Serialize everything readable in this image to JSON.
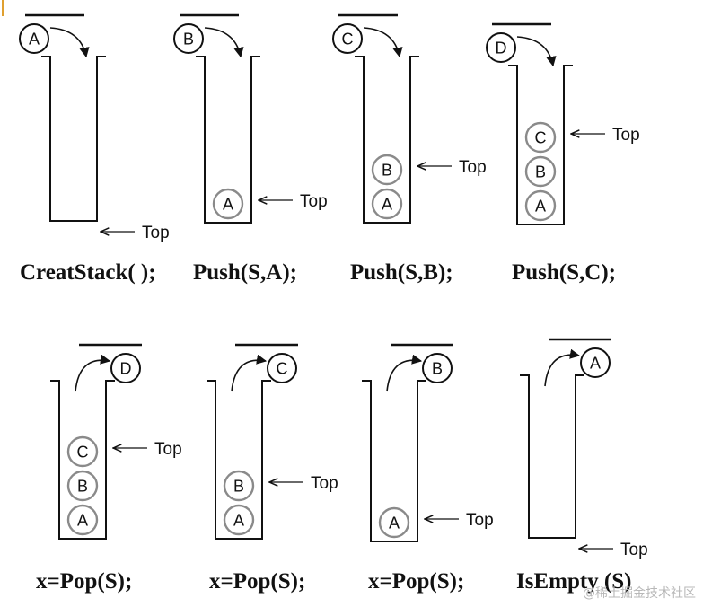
{
  "colors": {
    "line": "#111111",
    "ball_stroke": "#8a8a8a",
    "accent": "#e0a030"
  },
  "top_label": "Top",
  "panels": [
    {
      "caption": "CreatStack( );",
      "stack": [],
      "moving": "A",
      "op": "push"
    },
    {
      "caption": "Push(S,A);",
      "stack": [
        "A"
      ],
      "moving": "B",
      "op": "push"
    },
    {
      "caption": "Push(S,B);",
      "stack": [
        "A",
        "B"
      ],
      "moving": "C",
      "op": "push"
    },
    {
      "caption": "Push(S,C);",
      "stack": [
        "A",
        "B",
        "C"
      ],
      "moving": "D",
      "op": "push"
    },
    {
      "caption": "x=Pop(S);",
      "stack": [
        "A",
        "B",
        "C"
      ],
      "moving": "D",
      "op": "pop"
    },
    {
      "caption": "x=Pop(S);",
      "stack": [
        "A",
        "B"
      ],
      "moving": "C",
      "op": "pop"
    },
    {
      "caption": "x=Pop(S);",
      "stack": [
        "A"
      ],
      "moving": "B",
      "op": "pop"
    },
    {
      "caption": "IsEmpty (S)",
      "stack": [],
      "moving": "A",
      "op": "pop"
    }
  ],
  "watermark": "@稀土掘金技术社区"
}
